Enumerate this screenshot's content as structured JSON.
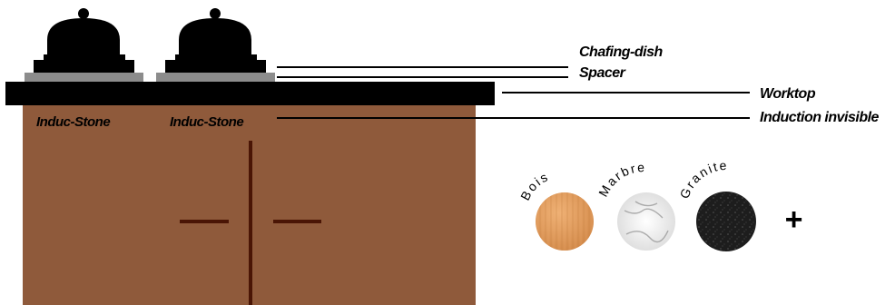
{
  "labels": {
    "chafing_dish": "Chafing-dish",
    "spacer": "Spacer",
    "worktop": "Worktop",
    "induction": "Induction invisible"
  },
  "stones": [
    "Induc-Stone",
    "Induc-Stone"
  ],
  "materials": [
    {
      "name": "Bois",
      "color": "#e6a060"
    },
    {
      "name": "Marbre",
      "color": "#eeeeee"
    },
    {
      "name": "Granite",
      "color": "#222222"
    }
  ],
  "plus": "+",
  "colors": {
    "cabinet": "#8f5a3b",
    "cabinet_lines": "#4a1505",
    "worktop": "#000000",
    "spacer": "#8c8c8c"
  }
}
